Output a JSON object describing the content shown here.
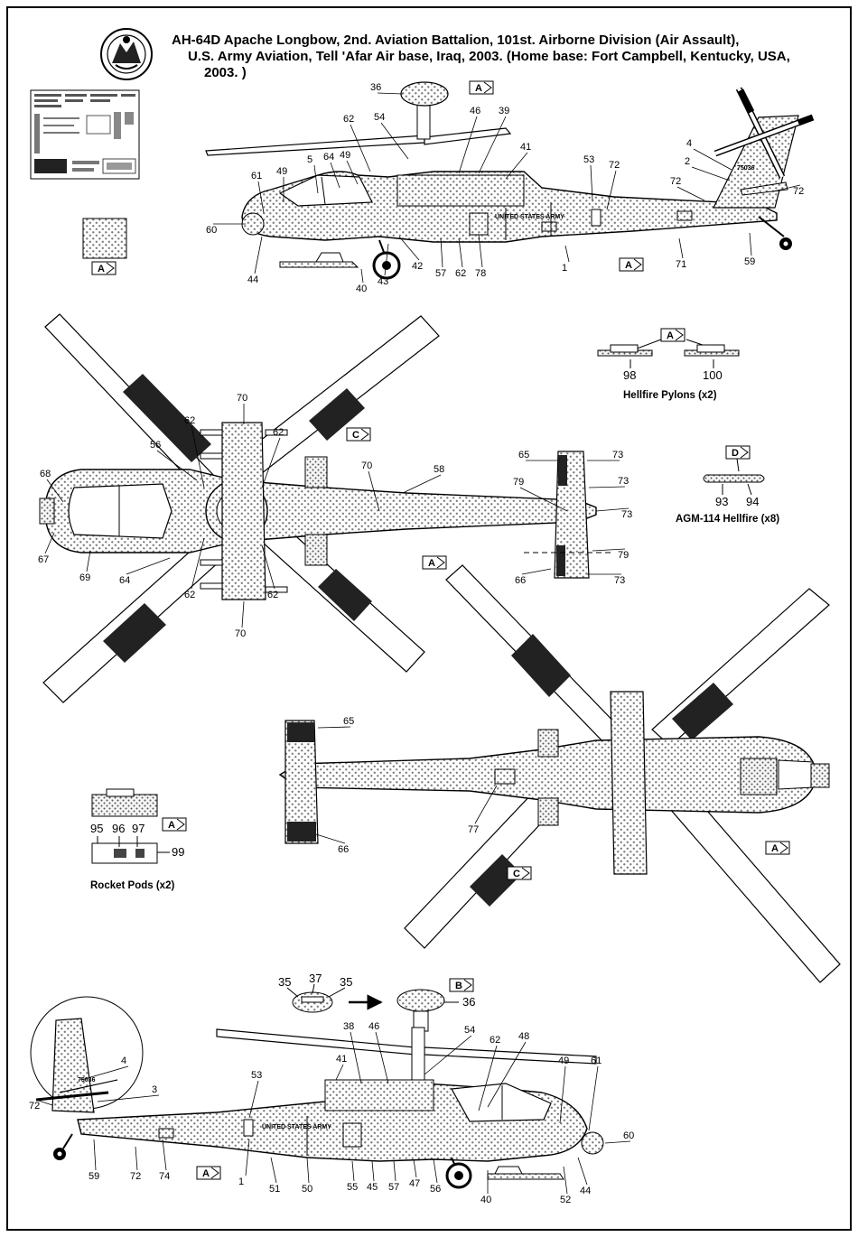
{
  "title": {
    "line1": "AH-64D Apache Longbow, 2nd. Aviation Battalion, 101st. Airborne Division (Air Assault),",
    "line2": "U.S. Army Aviation, Tell 'Afar Air base, Iraq, 2003. (Home base: Fort Campbell, Kentucky, USA,",
    "line3": "2003. )"
  },
  "marking_text": {
    "united_states_army": "UNITED STATES ARMY",
    "serial": "75036"
  },
  "paint_chips": [
    {
      "id": "A",
      "color": "#b5b5b5"
    }
  ],
  "captions": {
    "hellfire_pylons": "Hellfire Pylons (x2)",
    "agm114": "AGM-114 Hellfire (x8)",
    "rocket_pods": "Rocket Pods (x2)"
  },
  "parts": {
    "hellfire_pylons": [
      "98",
      "100"
    ],
    "agm114": [
      "93",
      "94"
    ],
    "rocket_pods": [
      "95",
      "96",
      "97",
      "99"
    ],
    "fcr_radome": [
      "35",
      "37",
      "35",
      "36"
    ]
  },
  "color_tags": {
    "A": "A",
    "B": "B",
    "C": "C",
    "D": "D"
  },
  "callouts": {
    "left_profile": [
      "36",
      "62",
      "54",
      "46",
      "39",
      "41",
      "53",
      "72",
      "4",
      "2",
      "72",
      "72",
      "61",
      "49",
      "5",
      "64",
      "49",
      "60",
      "44",
      "40",
      "43",
      "42",
      "57",
      "62",
      "78",
      "1",
      "71",
      "59"
    ],
    "top_view": [
      "70",
      "62",
      "62",
      "56",
      "68",
      "67",
      "69",
      "64",
      "62",
      "62",
      "70",
      "58",
      "70",
      "65",
      "73",
      "79",
      "73",
      "73",
      "79",
      "66",
      "73"
    ],
    "bottom_view": [
      "65",
      "66",
      "77"
    ],
    "right_profile": [
      "4",
      "3",
      "72",
      "53",
      "41",
      "38",
      "46",
      "54",
      "48",
      "62",
      "49",
      "61",
      "60",
      "59",
      "72",
      "74",
      "1",
      "51",
      "50",
      "55",
      "45",
      "57",
      "47",
      "56",
      "40",
      "52",
      "44"
    ]
  }
}
